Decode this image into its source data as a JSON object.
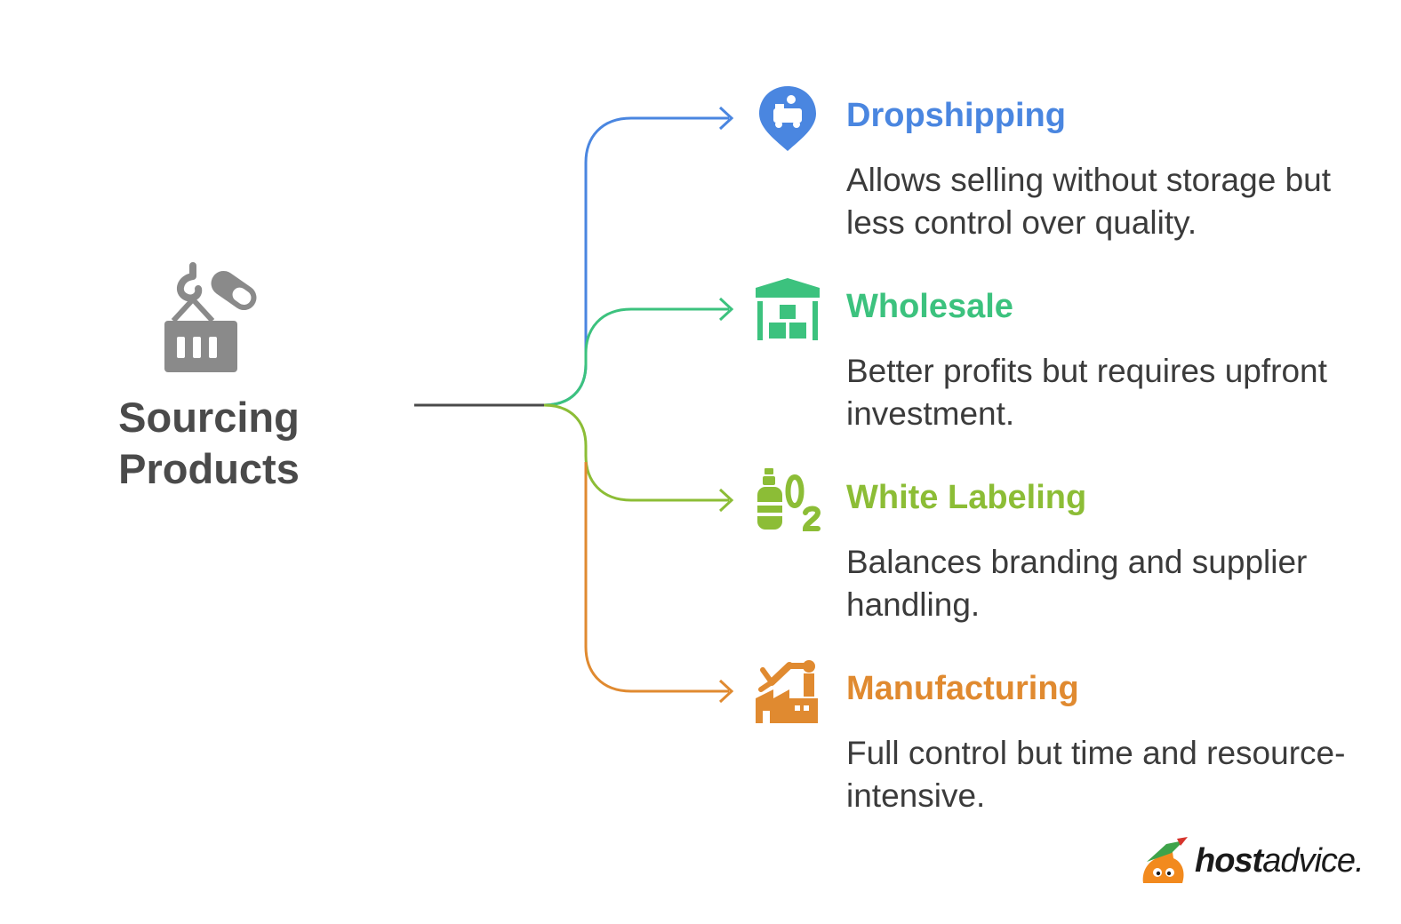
{
  "root": {
    "title": "Sourcing\nProducts",
    "icon": "crane-hook-container-icon",
    "color": "#8a8a8a",
    "text_color": "#4a4a4a"
  },
  "branches": [
    {
      "title": "Dropshipping",
      "description": "Allows selling without storage but less control over quality.",
      "icon": "delivery-location-pin-icon",
      "color": "#4a86e0"
    },
    {
      "title": "Wholesale",
      "description": "Better profits but requires upfront investment.",
      "icon": "warehouse-icon",
      "color": "#3cc27e"
    },
    {
      "title": "White Labeling",
      "description": "Balances branding and supplier handling.",
      "icon": "oxygen-bottle-icon",
      "color": "#8cbd36"
    },
    {
      "title": "Manufacturing",
      "description": "Full control but time and resource-intensive.",
      "icon": "factory-robot-arm-icon",
      "color": "#e08a30"
    }
  ],
  "brand": {
    "bold": "host",
    "regular": "advice."
  }
}
